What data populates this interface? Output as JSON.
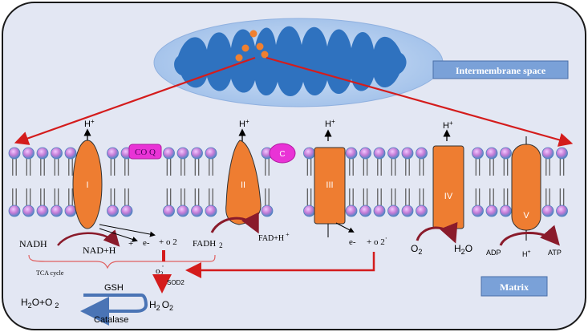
{
  "regions": {
    "intermembrane": "Intermembrane space",
    "matrix": "Matrix"
  },
  "complexes": [
    {
      "id": "I",
      "label": "I"
    },
    {
      "id": "II",
      "label": "II"
    },
    {
      "id": "III",
      "label": "III"
    },
    {
      "id": "IV",
      "label": "IV"
    },
    {
      "id": "V",
      "label": "V"
    }
  ],
  "carriers": {
    "coq": "CO Q",
    "cytc": "C"
  },
  "protons": {
    "h": "H",
    "plus": "+"
  },
  "reactions": {
    "nadh": "NADH",
    "nadh_product": "NAD+H",
    "plus_sign": "+",
    "plus_o2_1": "+ o 2",
    "e_minus_1": "e-",
    "fadh": "FADH",
    "fadh_sub": "2",
    "fadh_product": "FAD+H",
    "fadh_product_sup": "+",
    "e_minus_3": "e-",
    "plus_o2_3": "+ o 2",
    "o2_sub_dot": "·",
    "o2_complex4": "O",
    "o2_complex4_sub": "2",
    "h2o": "H",
    "h2o_sub": "2",
    "h2o_o": "O",
    "adp": "ADP",
    "atp": "ATP",
    "h_plus_v": "H",
    "h_plus_v_sup": "+",
    "tca": "TCA cycle",
    "superoxide": "o",
    "superoxide_sub": "2",
    "superoxide_sup": "·",
    "sod2": "SOD2",
    "gsh": "GSH",
    "h2o2_h": "H",
    "h2o2_2a": "2",
    "h2o2_o": "O",
    "h2o2_2b": "2",
    "h2o_o2": "H",
    "h2o_o2_sub": "2",
    "h2o_o2_rest": "O+O",
    "h2o_o2_sub2": "2",
    "catalase": "Catalase"
  },
  "colors": {
    "membrane_bg": "#e3e7f3",
    "complex_fill": "#ee7d31",
    "lipid_head": "#c78ad8",
    "lipid_head_edge": "#5a8fc8",
    "carrier": "#e933d6",
    "red_arrow": "#c00000",
    "catalase_arrow": "#4a74b5",
    "label_box": "#7aa1d8"
  }
}
